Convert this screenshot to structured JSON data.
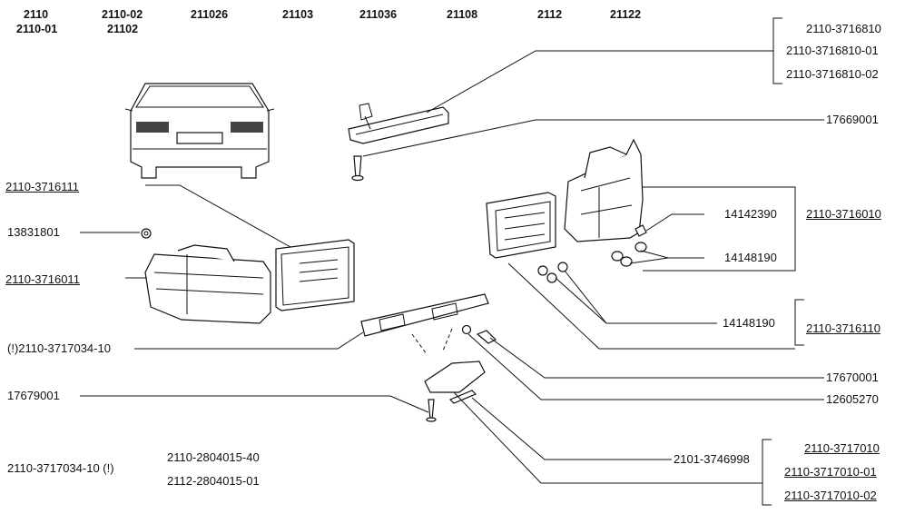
{
  "models": {
    "col1": [
      "2110",
      "2110-01"
    ],
    "col2": [
      "2110-02",
      "21102"
    ],
    "col3": "211026",
    "col4": "21103",
    "col5": "211036",
    "col6": "21108",
    "col7": "2112",
    "col8": "21122"
  },
  "parts": {
    "high_stop_lamp": [
      "2110-3716810",
      "2110-3716810-01",
      "2110-3716810-02"
    ],
    "screw_top": "17669001",
    "lens_left": "2110-3716111",
    "nut": "13831801",
    "lamp_left": "2110-3716011",
    "plate_lamp_holder": "(!)2110-3717034-10",
    "screw_bottom": "17679001",
    "bulb_small": "14142390",
    "bulb_right_upper": "14148190",
    "lamp_right": "2110-3716010",
    "bulb_right_lower": "14148190",
    "lens_right": "2110-3716110",
    "screw_mid": "17670001",
    "washer": "12605270",
    "plate_bulb": "2101-3746998",
    "plate_lamp": [
      "2110-3717010",
      "2110-3717010-01",
      "2110-3717010-02"
    ]
  },
  "notes": {
    "note_left": "2110-3717034-10  (!)",
    "note_mid_1": "2110-2804015-40",
    "note_mid_2": "2112-2804015-01"
  }
}
